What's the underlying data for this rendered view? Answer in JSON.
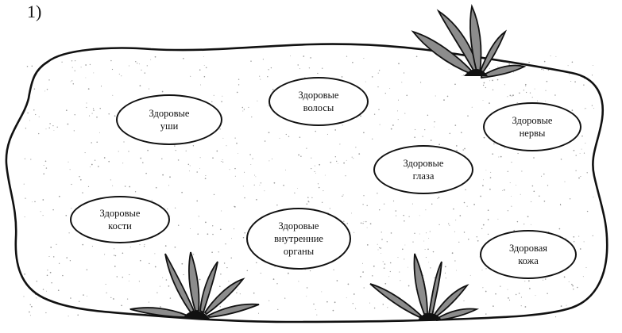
{
  "task_number": "1)",
  "bubbles": [
    {
      "text": "Здоровые\nуши"
    },
    {
      "text": "Здоровые\nволосы"
    },
    {
      "text": "Здоровые\nнервы"
    },
    {
      "text": "Здоровые\nглаза"
    },
    {
      "text": "Здоровые\nкости"
    },
    {
      "text": "Здоровые\nвнутренние\nорганы"
    },
    {
      "text": "Здоровая\nкожа"
    }
  ],
  "colors": {
    "outline": "#111111",
    "leaf_fill": "#8c8c8c",
    "speckle": "#9a9a9a"
  },
  "icons": [
    "grass-tuft-icon",
    "grass-tuft-icon",
    "grass-tuft-icon"
  ]
}
